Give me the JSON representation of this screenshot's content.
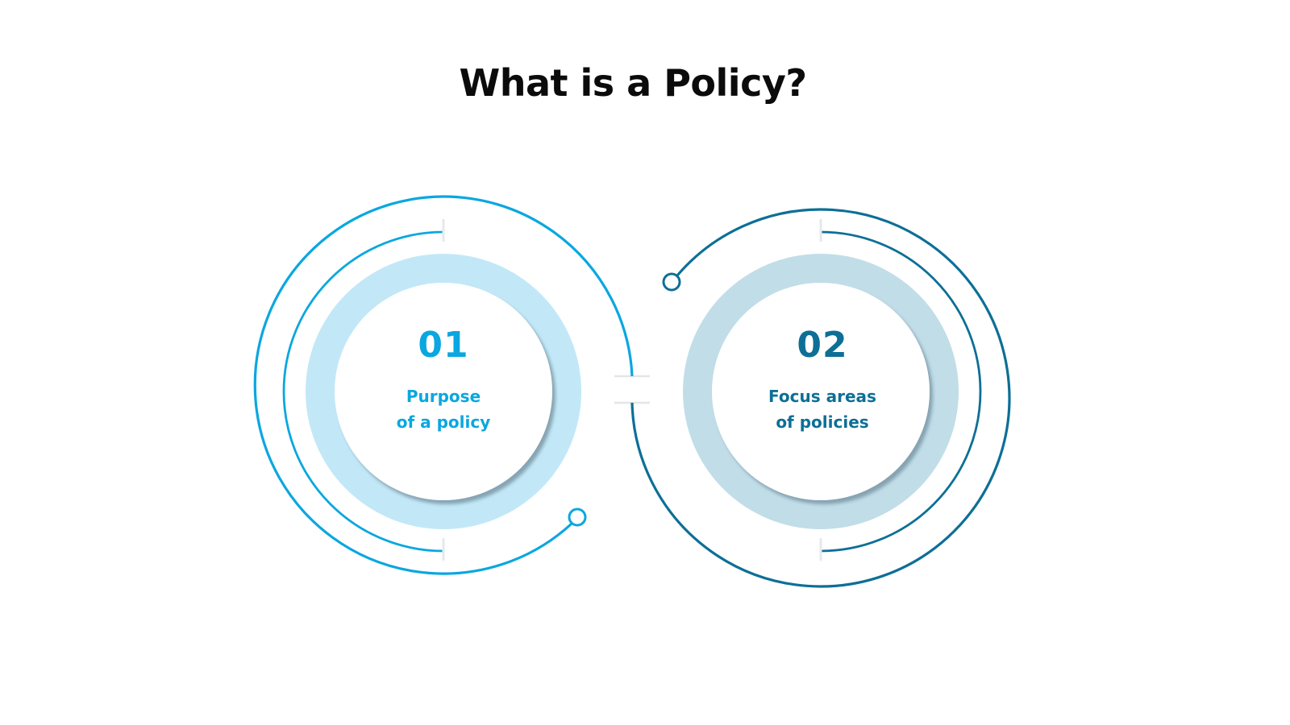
{
  "title": "What is a Policy?",
  "colors": {
    "item1_accent": "#0aa7e0",
    "item1_ring": "#c2e8f7",
    "item2_accent": "#0d6f96",
    "item2_ring": "#c1dde8",
    "shadow": "#8aa6b3",
    "separator": "#e6e9eb"
  },
  "items": [
    {
      "number": "01",
      "line1": "Purpose",
      "line2": "of a policy"
    },
    {
      "number": "02",
      "line1": "Focus areas",
      "line2": "of policies"
    }
  ]
}
